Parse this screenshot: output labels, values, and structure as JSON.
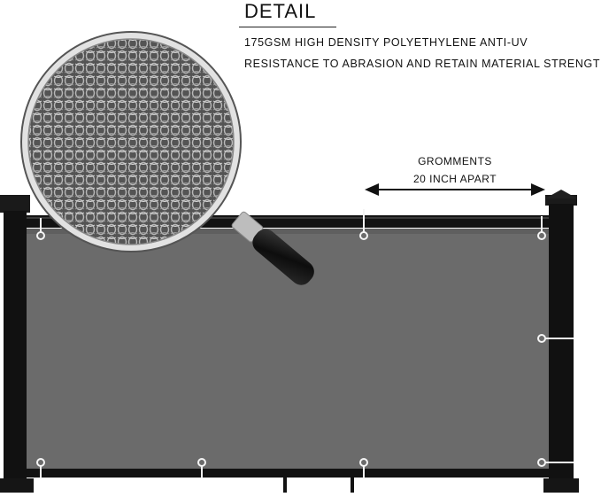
{
  "heading": "DETAIL",
  "description_lines": [
    "175GSM HIGH DENSITY POLYETHYLENE ANTI-UV",
    "RESISTANCE TO ABRASION AND RETAIN MATERIAL STRENGTH"
  ],
  "grommets_note": {
    "line1": "GROMMENTS",
    "line2": "20 INCH APART"
  },
  "colors": {
    "screen_fabric": "#6b6b6b",
    "railing": "#111111",
    "background": "#ffffff",
    "magnifier_rim": "#d8d8d8"
  },
  "icons": [
    "magnifying-glass",
    "double-arrow"
  ]
}
